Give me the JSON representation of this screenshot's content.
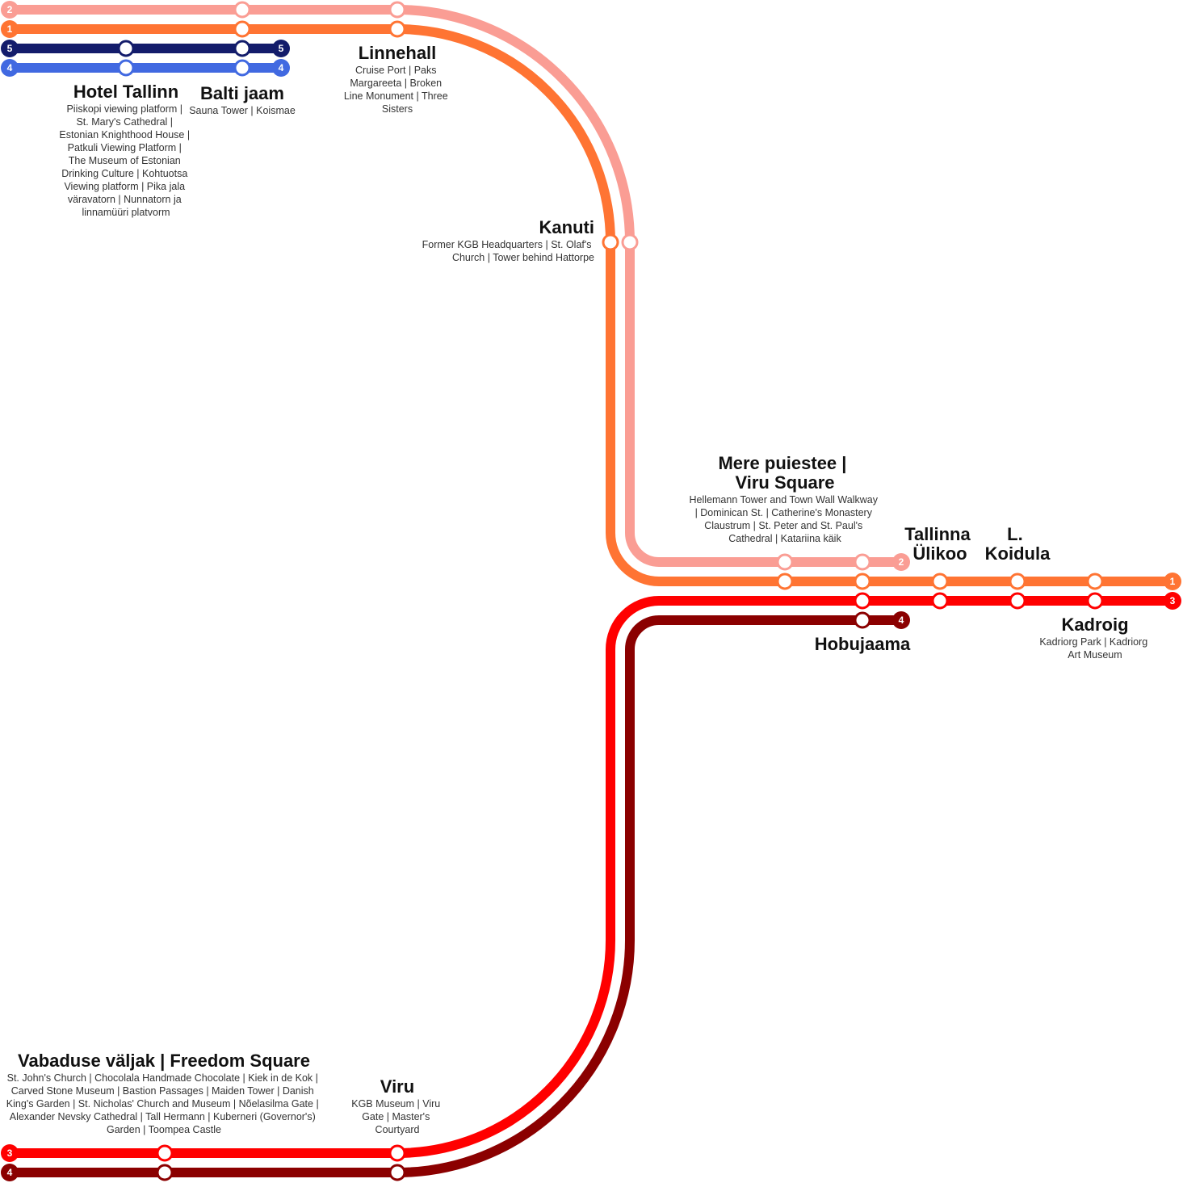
{
  "lines": [
    {
      "id": "1",
      "label": "1",
      "color": "#FF7433"
    },
    {
      "id": "2",
      "label": "2",
      "color": "#FA9D94"
    },
    {
      "id": "3",
      "label": "3",
      "color": "#FF0000"
    },
    {
      "id": "4",
      "label": "4",
      "color": "#8B0000"
    },
    {
      "id": "4b",
      "label": "4",
      "color": "#4169E1"
    },
    {
      "id": "5",
      "label": "5",
      "color": "#131C6B"
    }
  ],
  "stations": {
    "hotel_tallinn": {
      "name": "Hotel Tallinn",
      "desc": [
        "Piiskopi viewing platform |",
        "St. Mary's Cathedral |",
        "Estonian Knighthood House |",
        "Patkuli Viewing Platform |",
        "The Museum of Estonian",
        "Drinking Culture | Kohtuotsa",
        "Viewing platform | Pika jala",
        "väravatorn | Nunnatorn ja",
        "linnamüüri platvorm"
      ]
    },
    "balti_jaam": {
      "name": "Balti jaam",
      "desc": [
        "Sauna Tower | Koismae"
      ]
    },
    "linnehall": {
      "name": "Linnehall",
      "desc": [
        "Cruise Port | Paks",
        "Margareeta | Broken",
        "Line Monument | Three",
        "Sisters"
      ]
    },
    "kanuti": {
      "name": "Kanuti",
      "desc": [
        "Former KGB Headquarters | St. Olaf's",
        "Church | Tower behind Hattorpe"
      ]
    },
    "mere_puiestee": {
      "name": [
        "Mere puiestee |",
        "Viru Square"
      ],
      "desc": [
        "Hellemann Tower and Town Wall Walkway",
        "| Dominican St. | Catherine's Monastery",
        "Claustrum | St. Peter and St. Paul's",
        "Cathedral | Katariina käik"
      ]
    },
    "tallinna_ulikoo": {
      "name": [
        "Tallinna",
        "Ülikoo"
      ],
      "desc": []
    },
    "l_koidula": {
      "name": [
        "L.",
        "Koidula"
      ],
      "desc": []
    },
    "hobujaama": {
      "name": "Hobujaama",
      "desc": []
    },
    "kadroig": {
      "name": "Kadroig",
      "desc": [
        "Kadriorg Park | Kadriorg",
        "Art Museum"
      ]
    },
    "vabaduse": {
      "name": "Vabaduse väljak | Freedom Square",
      "desc": [
        "St. John's Church | Chocolala Handmade Chocolate | Kiek in de Kok |",
        "Carved Stone Museum | Bastion Passages | Maiden Tower | Danish",
        "King's Garden | St. Nicholas' Church and Museum | Nõelasilma Gate |",
        "Alexander Nevsky Cathedral | Tall Hermann | Kuberneri (Governor's)",
        "Garden | Toompea Castle"
      ]
    },
    "viru": {
      "name": "Viru",
      "desc": [
        "KGB Museum | Viru",
        "Gate | Master's",
        "Courtyard"
      ]
    }
  }
}
